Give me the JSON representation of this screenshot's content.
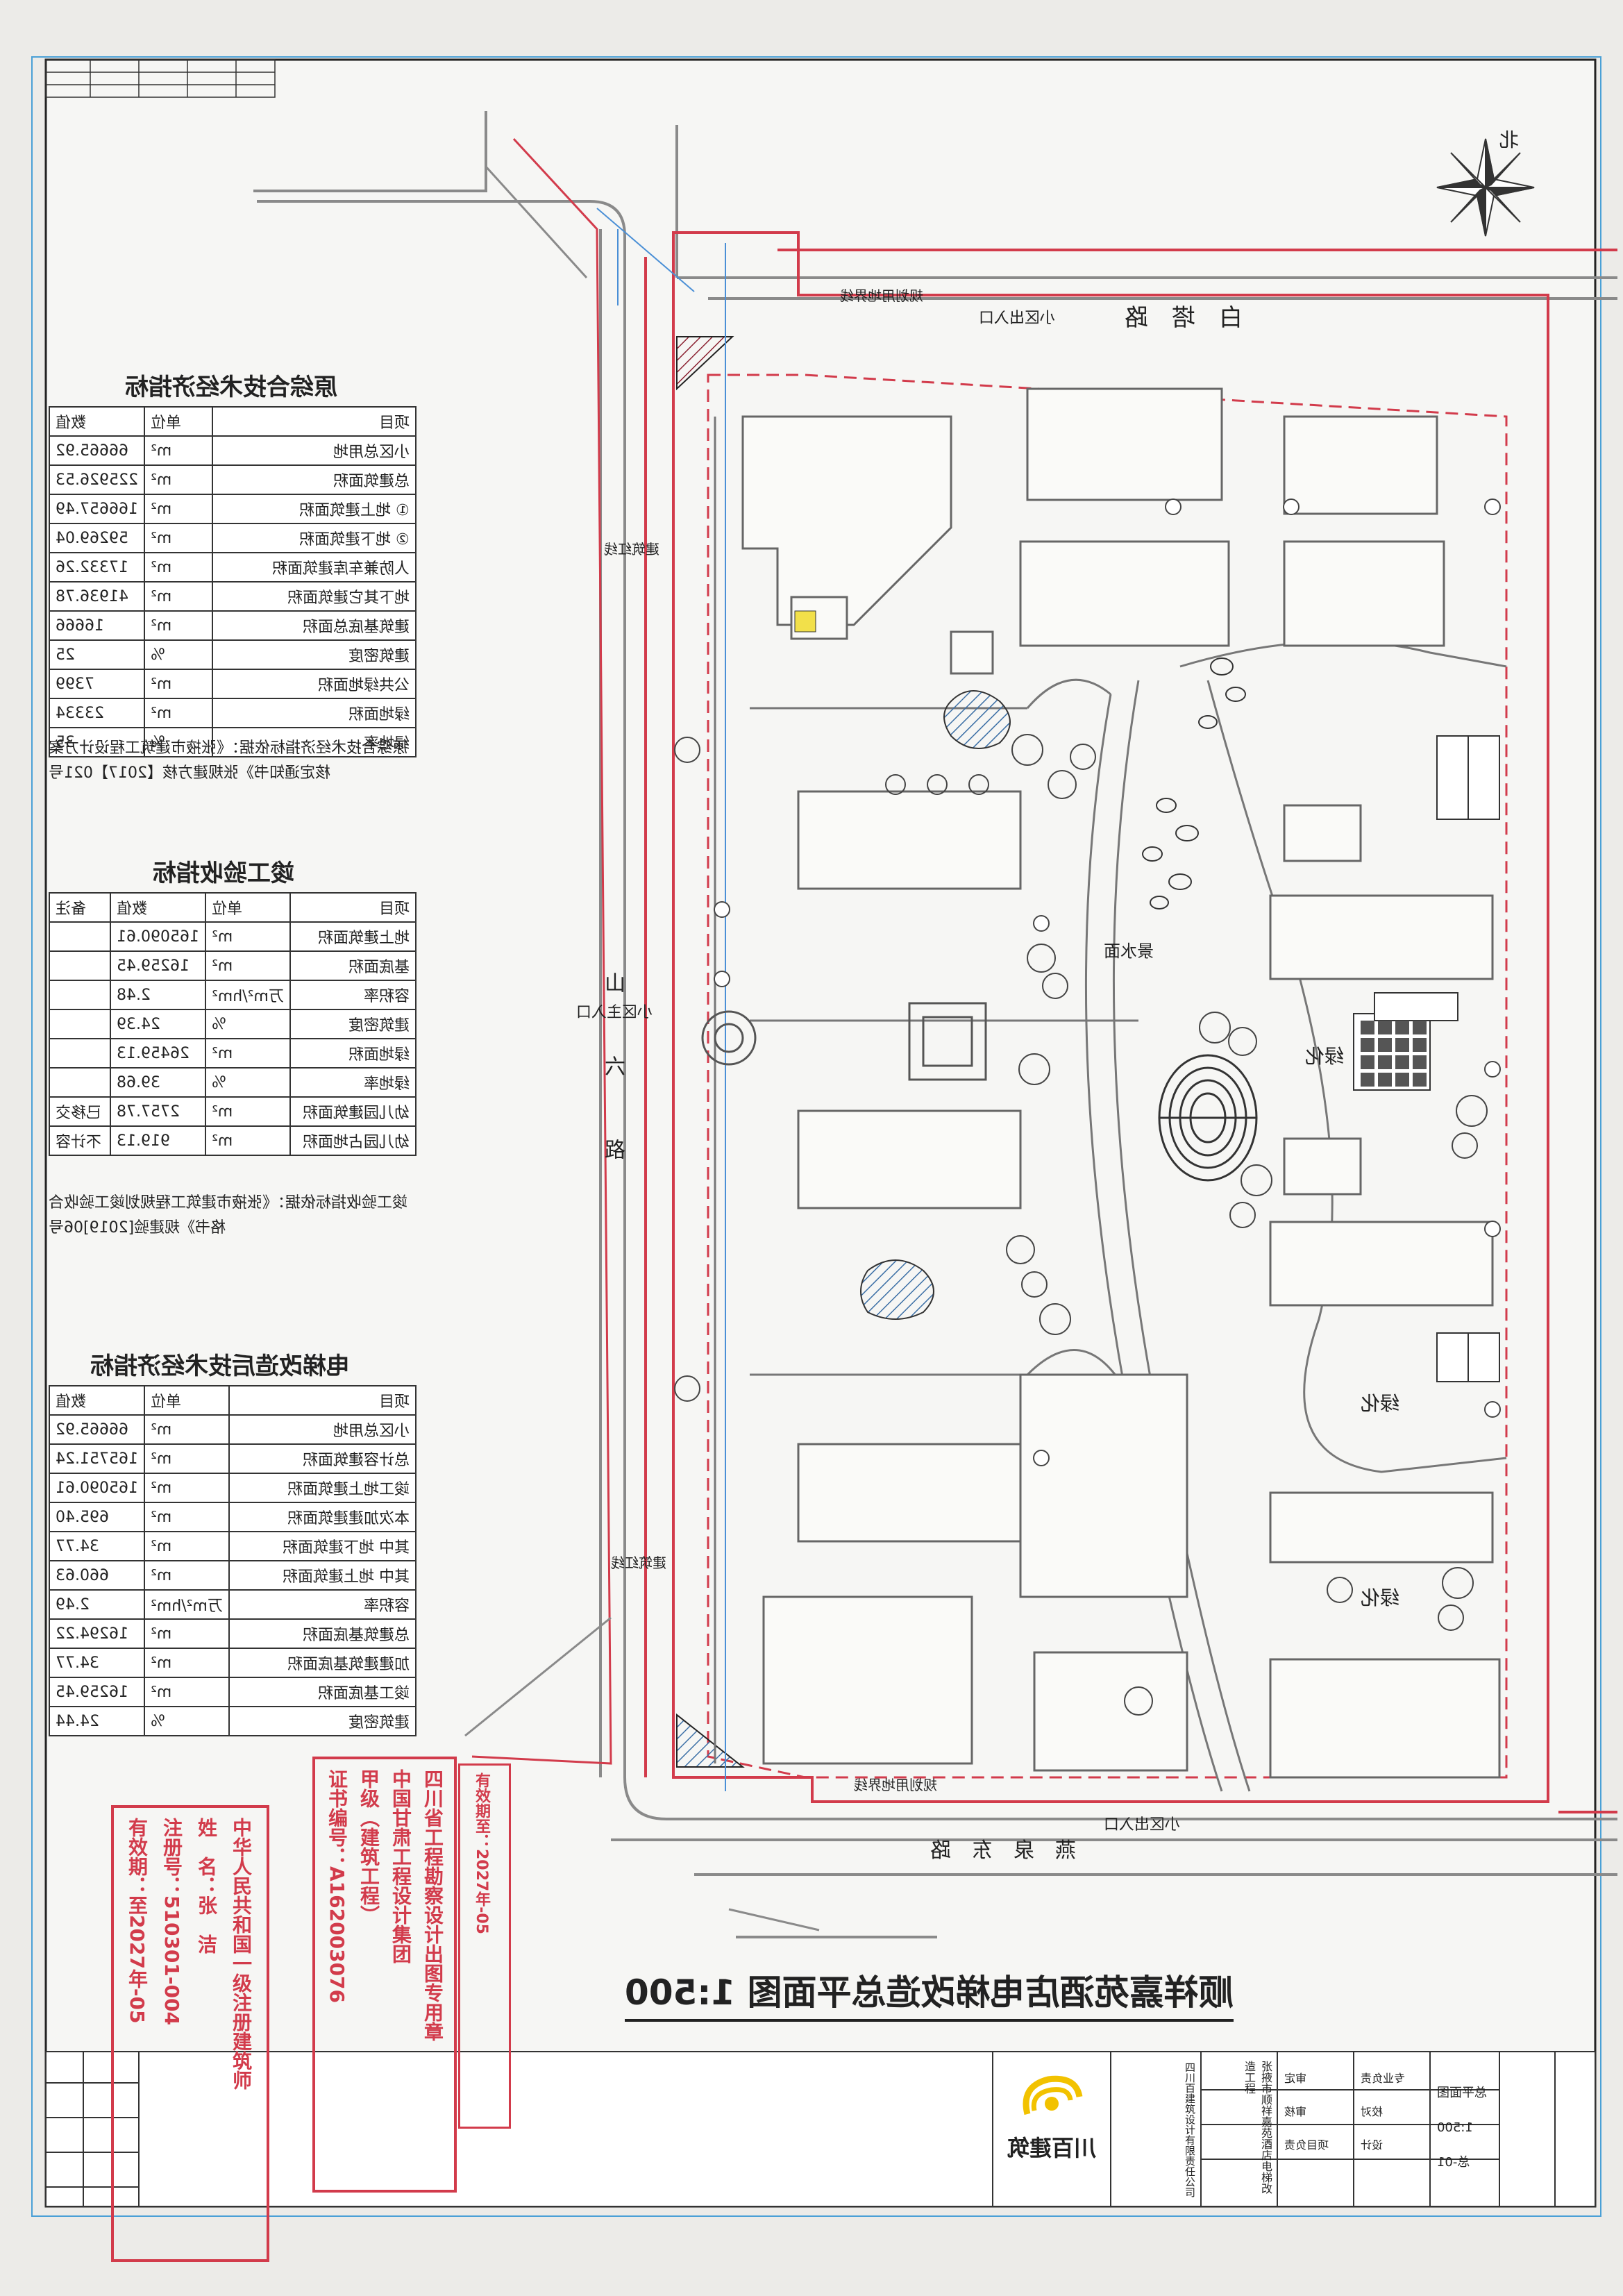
{
  "drawing": {
    "title": "顺祥嘉苑酒店电梯改造总平面图 1:500",
    "north_label": "北"
  },
  "roads": {
    "north": "白　塔　路",
    "west": "山　六　路",
    "south": "燕　泉　东　路"
  },
  "site_labels": {
    "main_entrance": "小区主入口",
    "entrance_north": "小区出入口",
    "entrance_south": "小区出入口",
    "landscape_water": "景水面",
    "green1": "绿化",
    "green2": "绿化",
    "green3": "绿化",
    "redline1": "规划用地界线",
    "redline2": "建筑红线",
    "redline3": "规划用地界线",
    "redline4": "建筑红线"
  },
  "table_original": {
    "title": "原综合技术经济指标",
    "headers": [
      "项目",
      "单位",
      "数值"
    ],
    "rows": [
      [
        "小区总用地",
        "m²",
        "66665.92"
      ],
      [
        "总建筑面积",
        "m²",
        "225926.53"
      ],
      [
        "① 地上建筑面积",
        "m²",
        "166657.49"
      ],
      [
        "② 地下建筑面积",
        "m²",
        "59269.04"
      ],
      [
        "人防兼车库建筑面积",
        "m²",
        "17332.26"
      ],
      [
        "地下其它建筑面积",
        "m²",
        "41936.78"
      ],
      [
        "建筑基底总面积",
        "m²",
        "16666"
      ],
      [
        "建筑密度",
        "%",
        "25"
      ],
      [
        "公共绿地面积",
        "m²",
        "7399"
      ],
      [
        "绿地面积",
        "m²",
        "23334"
      ],
      [
        "绿地率",
        "%",
        "35"
      ]
    ],
    "note": "原综合技术经济指标依据：《张掖市建筑工程设计方案核定通知书》张规建方核【2017】021号"
  },
  "table_completion": {
    "title": "竣工验收指标",
    "headers": [
      "项目",
      "单位",
      "数值",
      "备注"
    ],
    "rows": [
      [
        "地上建筑面积",
        "m²",
        "165090.61",
        ""
      ],
      [
        "基底面积",
        "m²",
        "16259.45",
        ""
      ],
      [
        "容积率",
        "万m²/hm²",
        "2.48",
        ""
      ],
      [
        "建筑密度",
        "%",
        "24.39",
        ""
      ],
      [
        "绿地面积",
        "m²",
        "26459.13",
        ""
      ],
      [
        "绿地率",
        "%",
        "39.68",
        ""
      ],
      [
        "幼儿园建筑面积",
        "m²",
        "2757.78",
        "已移交"
      ],
      [
        "幼儿园占地面积",
        "m²",
        "919.13",
        "不计容"
      ]
    ],
    "note": "竣工验收指标依据：《张掖市建筑工程规划竣工验收合格书》规建验[2019]06号"
  },
  "table_elevator": {
    "title": "电梯改造后技术经济指标",
    "headers": [
      "项目",
      "单位",
      "数值"
    ],
    "rows": [
      [
        "小区总用地",
        "m²",
        "66665.92"
      ],
      [
        "总计容建筑面积",
        "m²",
        "165751.24"
      ],
      [
        "竣工地上建筑面积",
        "m²",
        "165090.61"
      ],
      [
        "本次加建建筑面积",
        "m²",
        "695.40"
      ],
      [
        "其中 地下建筑面积",
        "m²",
        "34.77"
      ],
      [
        "其中 地上建筑面积",
        "m²",
        "660.63"
      ],
      [
        "容积率",
        "万m²/hm²",
        "2.49"
      ],
      [
        "总建筑基底面积",
        "m²",
        "16294.22"
      ],
      [
        "加建建筑基底面积",
        "m²",
        "34.77"
      ],
      [
        "竣工基底面积",
        "m²",
        "16259.45"
      ],
      [
        "建筑密度",
        "%",
        "24.44"
      ]
    ]
  },
  "stamps": {
    "stamp1_lines": [
      "中华人民共和国一级注册建筑师",
      "姓　名：张　洁",
      "注册号：510301-004",
      "有效期：至2027年-05"
    ],
    "stamp2_lines": [
      "四川省工程勘察设计出图专用章",
      "中国甘肃工程设计集团",
      "甲级（建筑工程）",
      "证书编号：A162003076"
    ],
    "stamp3_text": "有效期至：2027年-05"
  },
  "title_block": {
    "company": "川百建筑",
    "company_sub": "四川百建筑设计有限责任公司",
    "project": "张掖市顺祥嘉苑酒店电梯改造工程",
    "drawing_name": "总平面图",
    "roles": [
      "审定",
      "审核",
      "项目负责",
      "专业负责",
      "校对",
      "设计"
    ],
    "scale": "1:500",
    "sheet_no": "总-01"
  },
  "colors": {
    "red_line": "#d23b4b",
    "blue_line": "#4a8fd6",
    "gray_line": "#8a8a8a",
    "hatch_blue": "#3a6ea5"
  }
}
